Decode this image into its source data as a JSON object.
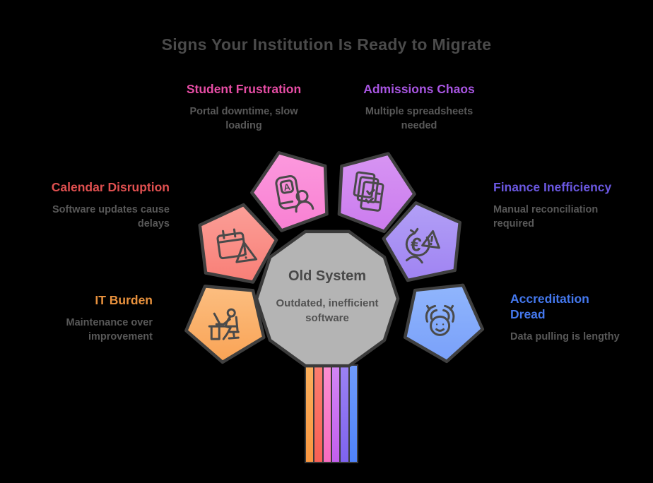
{
  "title": "Signs Your Institution Is Ready to Migrate",
  "center": {
    "label": "Old System",
    "sublabel": "Outdated, inefficient software",
    "fill": "#b4b4b4",
    "outline": "#3b3b3b"
  },
  "nodes": [
    {
      "label": "Student Frustration",
      "description": "Portal downtime, slow loading",
      "color": "#e74da5",
      "icon": "student-portal-icon",
      "pentagon_fill_top": "#fc9ade",
      "pentagon_fill_bottom": "#f87fd2"
    },
    {
      "label": "Admissions Chaos",
      "description": "Multiple spreadsheets needed",
      "color": "#a855e2",
      "icon": "documents-checklist-icon",
      "pentagon_fill_top": "#d795f3",
      "pentagon_fill_bottom": "#cb7bee"
    },
    {
      "label": "Calendar Disruption",
      "description": "Software updates cause delays",
      "color": "#e05050",
      "icon": "calendar-warning-icon",
      "pentagon_fill_top": "#fb9f98",
      "pentagon_fill_bottom": "#f87d75"
    },
    {
      "label": "Finance Inefficiency",
      "description": "Manual reconciliation required",
      "color": "#6a57e0",
      "icon": "euro-warning-icon",
      "pentagon_fill_top": "#b2a0f6",
      "pentagon_fill_bottom": "#9f82f2"
    },
    {
      "label": "IT Burden",
      "description": "Maintenance over improvement",
      "color": "#e8913d",
      "icon": "person-at-desk-icon",
      "pentagon_fill_top": "#fcc084",
      "pentagon_fill_bottom": "#f9a355"
    },
    {
      "label": "Accreditation Dread",
      "description": "Data pulling is lengthy",
      "color": "#4478ee",
      "icon": "hands-on-head-icon",
      "pentagon_fill_top": "#92b7fc",
      "pentagon_fill_bottom": "#79a0fa"
    }
  ],
  "glyphs": {
    "card_letter": "A",
    "euro": "€"
  },
  "trunk": {
    "stripe_colors": [
      "#f99740",
      "#f96055",
      "#f76cc0",
      "#c25fee",
      "#7e63ef",
      "#4f82fa"
    ]
  },
  "palette": {
    "background": "#000000",
    "title_text": "#4a4a4a",
    "description_text": "#585858",
    "icon_stroke": "#4a4a4a",
    "shape_outline": "#3b3b3b"
  }
}
